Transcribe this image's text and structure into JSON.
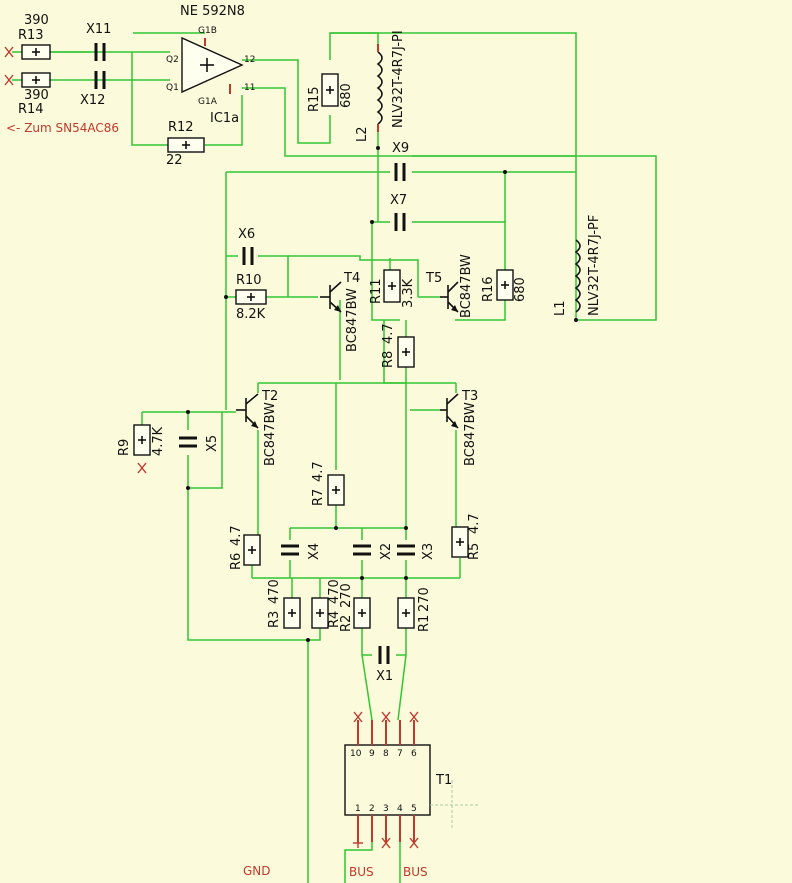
{
  "schematic": {
    "opamp": {
      "name": "NE 592N8",
      "ref": "IC1a",
      "pins": {
        "g1b": "G1B",
        "g1a": "G1A",
        "q2": "Q2",
        "q1": "Q1",
        "p12": "12",
        "p11": "11"
      }
    },
    "resistors": {
      "r13": {
        "ref": "R13",
        "value": "390"
      },
      "r14": {
        "ref": "R14",
        "value": "390"
      },
      "r12": {
        "ref": "R12",
        "value": "22"
      },
      "r15": {
        "ref": "R15",
        "value": "680"
      },
      "r10": {
        "ref": "R10",
        "value": "8.2K"
      },
      "r11": {
        "ref": "R11",
        "value": "3.3K"
      },
      "r16": {
        "ref": "R16",
        "value": "680"
      },
      "r8": {
        "ref": "R8",
        "value": "4.7"
      },
      "r9": {
        "ref": "R9",
        "value": "4.7K"
      },
      "r7": {
        "ref": "R7",
        "value": "4.7"
      },
      "r6": {
        "ref": "R6",
        "value": "4.7"
      },
      "r5": {
        "ref": "R5",
        "value": "4.7"
      },
      "r3": {
        "ref": "R3",
        "value": "470"
      },
      "r4": {
        "ref": "R4",
        "value": "470"
      },
      "r2": {
        "ref": "R2",
        "value": "270"
      },
      "r1": {
        "ref": "R1",
        "value": "270"
      }
    },
    "capacitors": {
      "x11": "X11",
      "x12": "X12",
      "x9": "X9",
      "x7": "X7",
      "x6": "X6",
      "x5": "X5",
      "x4": "X4",
      "x2": "X2",
      "x3": "X3",
      "x1": "X1"
    },
    "inductors": {
      "l2": {
        "ref": "L2",
        "part": "NLV32T-4R7J-PI"
      },
      "l1": {
        "ref": "L1",
        "part": "NLV32T-4R7J-PF"
      }
    },
    "transistors": {
      "t4": {
        "ref": "T4",
        "part": "BC847BW"
      },
      "t5": {
        "ref": "T5",
        "part": "BC847BW"
      },
      "t2": {
        "ref": "T2",
        "part": "BC847BW"
      },
      "t3": {
        "ref": "T3",
        "part": "BC847BW"
      }
    },
    "transformer": {
      "ref": "T1",
      "pins_top": [
        "10",
        "9",
        "8",
        "7",
        "6"
      ],
      "pins_bottom": [
        "1",
        "2",
        "3",
        "4",
        "5"
      ]
    },
    "annotations": {
      "sn_note": "<- Zum SN54AC86",
      "gnd": "GND",
      "bus_left": "BUS",
      "bus_right": "BUS"
    }
  },
  "colors": {
    "wire": "#33c633",
    "lead": "#c0392b",
    "ink": "#111111",
    "background": "#fbfbdc"
  }
}
